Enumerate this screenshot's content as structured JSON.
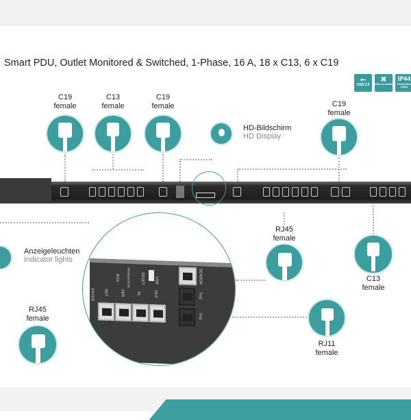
{
  "title": "Smart PDU, Outlet Monitored & Switched, 1-Phase, 16 A, 18 x C13, 6 x C19",
  "badges": [
    {
      "icon": "usb-icon",
      "text": "USB 2.0"
    },
    {
      "icon": "tools-icon",
      "text": "Inline terminals"
    },
    {
      "icon": "ip44-icon",
      "title": "IP44",
      "text": "Protection Class"
    }
  ],
  "callouts": {
    "c19_left": {
      "name": "C19",
      "sub": "female"
    },
    "c13_top": {
      "name": "C13",
      "sub": "female"
    },
    "c19_mid": {
      "name": "C19",
      "sub": "female"
    },
    "hd": {
      "de": "HD-Bildschirm",
      "en": "HD Display"
    },
    "c19_right": {
      "name": "C19",
      "sub": "female"
    },
    "indicator": {
      "de": "Anzeigeleuchten",
      "en": "Indicator lights"
    },
    "rj45_right": {
      "name": "RJ45",
      "sub": "female"
    },
    "c13_right": {
      "name": "C13",
      "sub": "female"
    },
    "rj45_left": {
      "name": "RJ45",
      "sub": "female"
    },
    "rj11": {
      "name": "RJ11",
      "sub": "female"
    }
  },
  "panel_labels": {
    "enter": "ENTER",
    "net": "NET",
    "run": "RUN",
    "ser": "SER",
    "baud": "9600bps/115200",
    "in": "IN",
    "reset": "RESET",
    "out": "OUT",
    "usb": "USB",
    "sensor": "SENSOR",
    "th2": "TH2",
    "th1": "TH1"
  },
  "colors": {
    "accent": "#3d9ea0"
  }
}
